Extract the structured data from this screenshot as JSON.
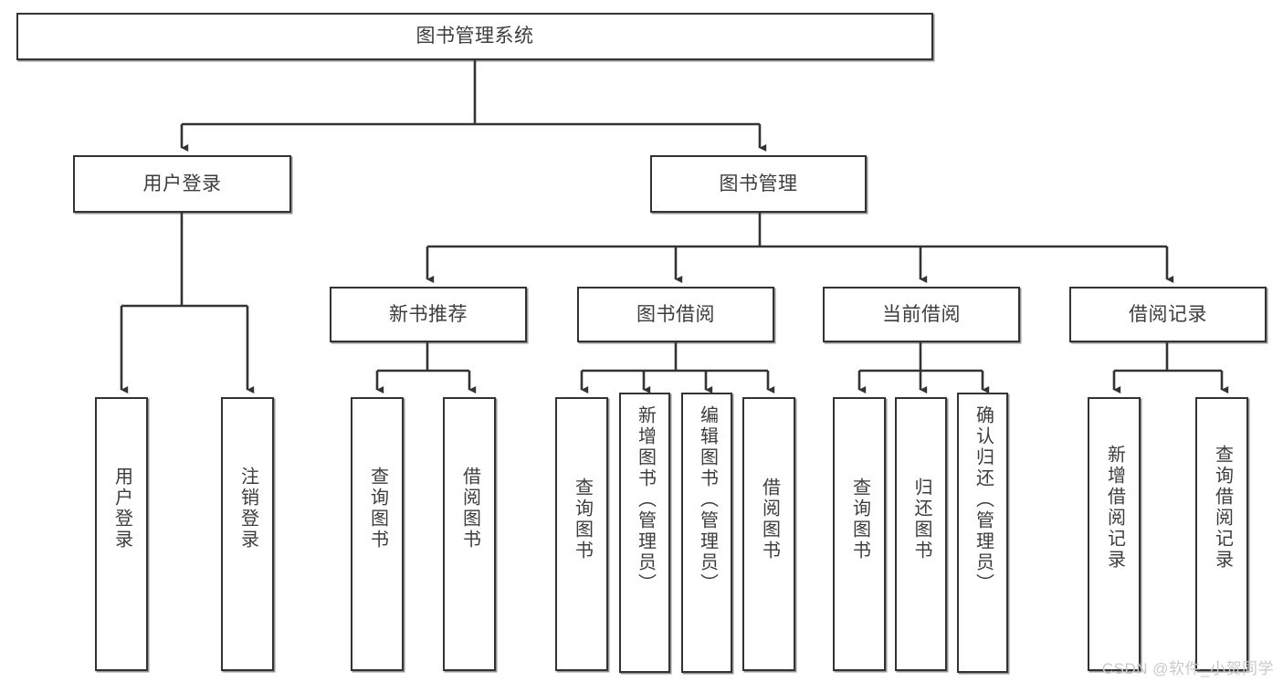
{
  "diagram": {
    "title": "图书管理系统",
    "type": "hierarchy-tree",
    "background_color": "#ffffff",
    "box_border_color": "#333333",
    "text_color": "#3d3d3d"
  },
  "root": {
    "label": "图书管理系统"
  },
  "level1": [
    {
      "label": "用户登录"
    },
    {
      "label": "图书管理"
    }
  ],
  "level2": [
    {
      "label": "新书推荐"
    },
    {
      "label": "图书借阅"
    },
    {
      "label": "当前借阅"
    },
    {
      "label": "借阅记录"
    }
  ],
  "leaves": {
    "user_login": [
      {
        "label": "用户登录"
      },
      {
        "label": "注销登录"
      }
    ],
    "new_book_recommend": [
      {
        "label": "查询图书"
      },
      {
        "label": "借阅图书"
      }
    ],
    "book_borrow": [
      {
        "label": "查询图书"
      },
      {
        "label": "新增图书（管理员）"
      },
      {
        "label": "编辑图书（管理员）"
      },
      {
        "label": "借阅图书"
      }
    ],
    "current_borrow": [
      {
        "label": "查询图书"
      },
      {
        "label": "归还图书"
      },
      {
        "label": "确认归还（管理员）"
      }
    ],
    "borrow_record": [
      {
        "label": "新增借阅记录"
      },
      {
        "label": "查询借阅记录"
      }
    ]
  },
  "watermark": {
    "text": "CSDN @软件_小贺同学",
    "color": "#c9c9c9"
  }
}
